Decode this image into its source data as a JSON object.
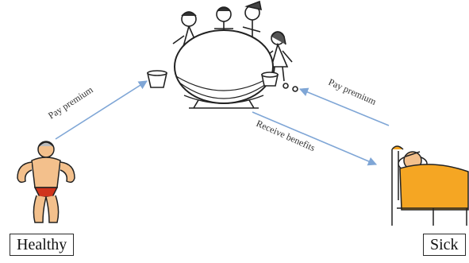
{
  "labels": {
    "healthy": "Healthy",
    "sick": "Sick"
  },
  "arrows": {
    "healthy_to_pot": "Pay premium",
    "sick_to_pot": "Pay premium",
    "pot_to_sick": "Receive benefits"
  },
  "colors": {
    "arrow": "#7fa6d6",
    "ink": "#222222",
    "bed": "#f5a623",
    "briefs": "#d0341c",
    "skin": "#f3c08c"
  },
  "figures": {
    "healthy_person": "muscular-man-icon",
    "sick_person": "sick-in-bed-icon",
    "insurance_pool": "people-around-pot-icon"
  }
}
